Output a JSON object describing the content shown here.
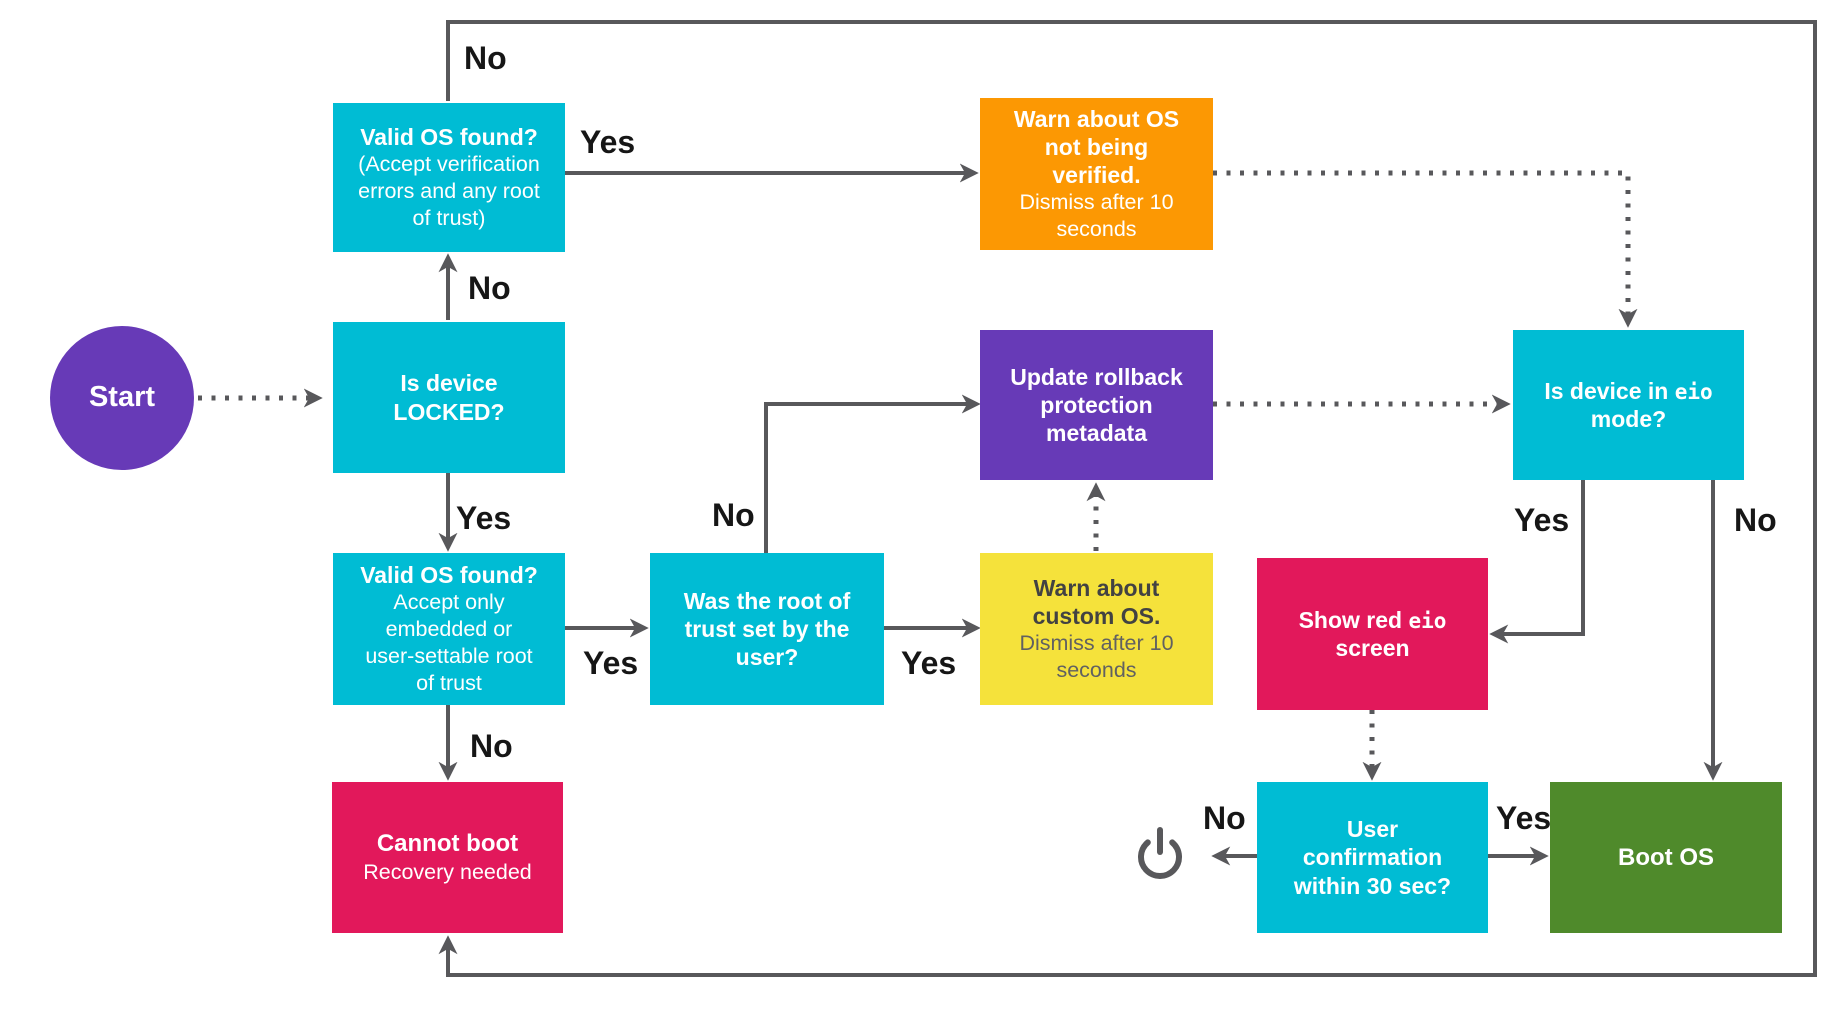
{
  "diagram": {
    "title_hint": "Boot flow decision diagram",
    "colors": {
      "cyan": "#00BCD4",
      "orange": "#FC9803",
      "purple": "#673AB7",
      "yellow": "#F5E23B",
      "pink": "#E2185B",
      "green": "#4F8A2B",
      "line": "#58585b",
      "label": "#161616"
    },
    "nodes": {
      "start": {
        "label": "Start"
      },
      "valid_os_top": {
        "title": "Valid OS found?",
        "subtitle": "(Accept verification\nerrors and any root\nof trust)"
      },
      "warn_unverified": {
        "title": "Warn about OS\nnot being\nverified.",
        "subtitle": "Dismiss after 10\nseconds"
      },
      "device_locked": {
        "title": "Is device\nLOCKED?"
      },
      "update_rollback": {
        "title": "Update rollback\nprotection\nmetadata"
      },
      "eio_mode": {
        "title_pre": "Is device in ",
        "title_mono": "eio",
        "title_post": "\nmode?"
      },
      "valid_os_mid": {
        "title": "Valid OS found?",
        "subtitle": "Accept only\nembedded or\nuser-settable root\nof trust"
      },
      "root_of_trust": {
        "title": "Was the root of\ntrust set by the\nuser?"
      },
      "warn_custom": {
        "title": "Warn about\ncustom OS.",
        "subtitle": "Dismiss after 10\nseconds"
      },
      "red_eio_screen": {
        "title_pre": "Show red ",
        "title_mono": "eio",
        "title_post": "\nscreen"
      },
      "cannot_boot": {
        "title": "Cannot boot",
        "subtitle": "Recovery needed"
      },
      "user_confirmation": {
        "title": "User\nconfirmation\nwithin 30 sec?"
      },
      "boot_os": {
        "title": "Boot OS"
      }
    },
    "edge_labels": {
      "no_top_loop": "No",
      "yes_valid_top": "Yes",
      "no_locked": "No",
      "yes_locked": "Yes",
      "no_root": "No",
      "yes_valid_mid": "Yes",
      "yes_root": "Yes",
      "no_valid_mid": "No",
      "yes_eio": "Yes",
      "no_eio": "No",
      "no_confirm": "No",
      "yes_confirm": "Yes"
    },
    "icons": {
      "power": "power-off"
    }
  }
}
